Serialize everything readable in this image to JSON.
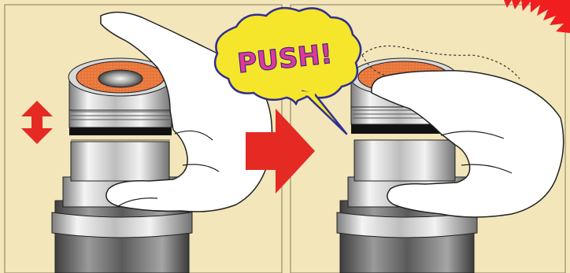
{
  "callout": {
    "text": "PUSH!"
  },
  "colors": {
    "panel_background": "#f3e6ba",
    "panel_border": "#9a8b6a",
    "seal_orange": "#e8753a",
    "arrow_red": "#e52a24",
    "burst_red": "#f01e1e",
    "bubble_yellow": "#f6e62b",
    "bubble_outline": "#2f2f8f",
    "push_text": "#e0399a",
    "metal_light": "#f0f0f0",
    "metal_dark": "#8a8a8a",
    "hand_fill": "#ffffff",
    "hand_outline": "#222222"
  },
  "icons": {
    "resize_arrow": "double-headed-vertical-arrow",
    "next_arrow": "right-arrow",
    "corner_badge": "starburst"
  }
}
